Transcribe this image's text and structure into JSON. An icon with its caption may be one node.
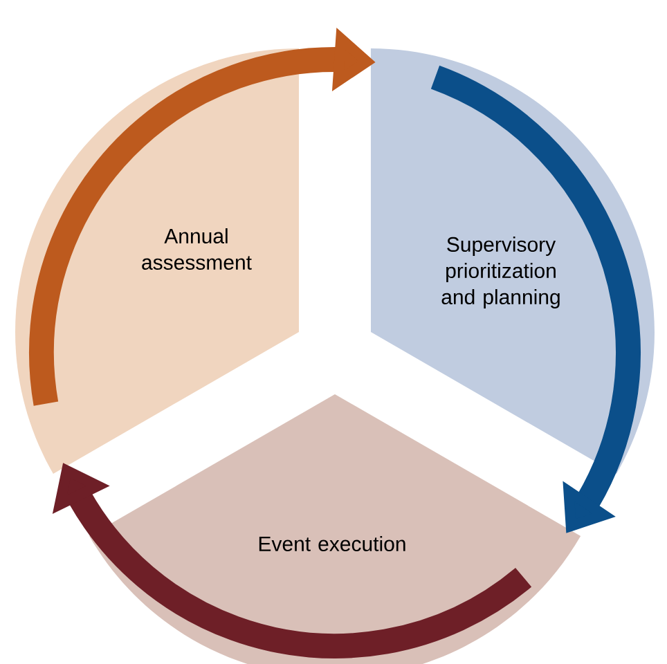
{
  "diagram": {
    "nodes": [
      {
        "text": [
          "Annual assessment"
        ]
      },
      {
        "text": [
          "Supervisory prioritization and planning"
        ]
      },
      {
        "text": [
          "Event execution"
        ]
      }
    ],
    "edges": [
      {
        "from": 0,
        "to": 1,
        "arrow": "to",
        "color": "#bd5a1e"
      },
      {
        "from": 1,
        "to": 2,
        "arrow": "to",
        "color": "#0b4f8a"
      },
      {
        "from": 2,
        "to": 0,
        "arrow": "to",
        "color": "#6e1f27"
      }
    ]
  }
}
